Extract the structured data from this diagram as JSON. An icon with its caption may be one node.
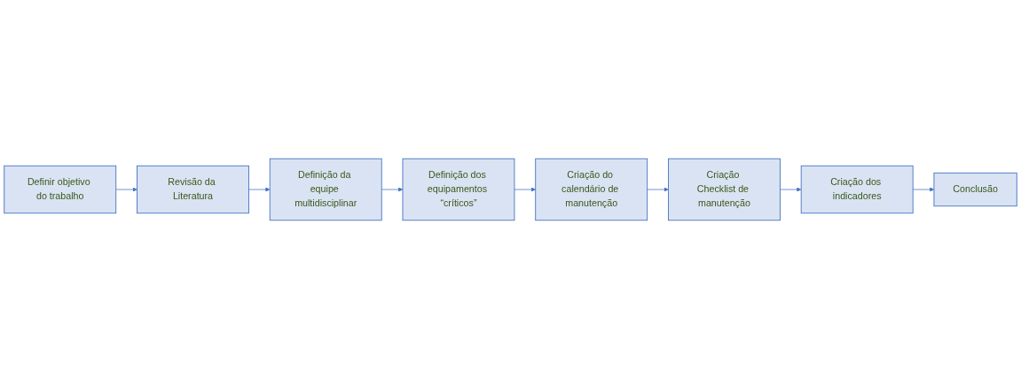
{
  "diagram": {
    "nodes": [
      {
        "text": [
          "Definir objetivo do trabalho"
        ]
      },
      {
        "text": [
          "Revisão da Literatura"
        ]
      },
      {
        "text": [
          "Definição da equipe multidisciplinar"
        ]
      },
      {
        "text": [
          "Definição dos equipamentos “críticos”"
        ]
      },
      {
        "text": [
          "Criação do calendário de manutenção"
        ]
      },
      {
        "text": [
          "Criação Checklist de manutenção"
        ]
      },
      {
        "text": [
          "Criação dos indicadores"
        ]
      },
      {
        "text": [
          "Conclusão"
        ]
      }
    ],
    "edges": [
      {
        "from": 0,
        "to": 1,
        "arrow": "to"
      },
      {
        "from": 1,
        "to": 2,
        "arrow": "to"
      },
      {
        "from": 2,
        "to": 3,
        "arrow": "to"
      },
      {
        "from": 3,
        "to": 4,
        "arrow": "to"
      },
      {
        "from": 4,
        "to": 5,
        "arrow": "to"
      },
      {
        "from": 5,
        "to": 6,
        "arrow": "to"
      },
      {
        "from": 6,
        "to": 7,
        "arrow": "to"
      }
    ]
  }
}
